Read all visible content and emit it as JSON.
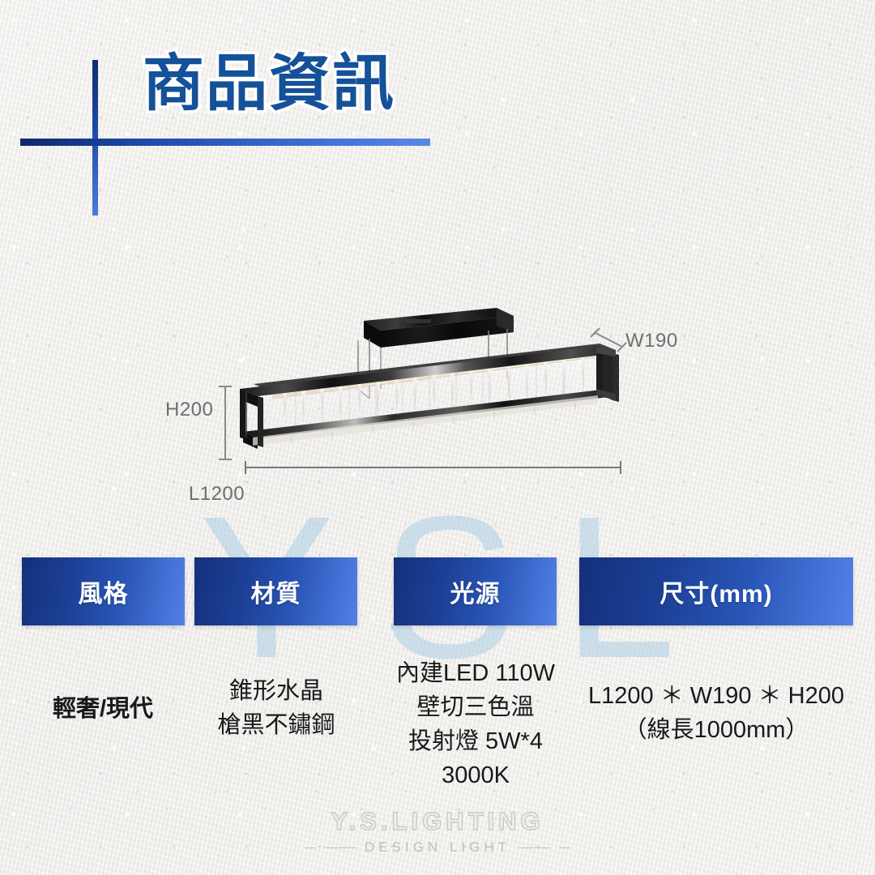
{
  "page": {
    "title": "商品資訊",
    "background_color": "#eeecea",
    "accent_color_dark": "#14307d",
    "accent_color_light": "#5380e6",
    "title_color": "#155199",
    "watermark_text": "YSL",
    "watermark_color": "#a9cde4"
  },
  "product": {
    "type": "rectangular-frame-crystal-pendant-lamp",
    "canopy_color": "#151515",
    "frame_color": "#242424",
    "dimensions": {
      "height_label": "H200",
      "width_label": "W190",
      "length_label": "L1200"
    }
  },
  "spec_table": {
    "headers": [
      {
        "label": "風格"
      },
      {
        "label": "材質"
      },
      {
        "label": "光源"
      },
      {
        "label": "尺寸(mm)"
      }
    ],
    "values": [
      "輕奢/現代",
      "錐形水晶\n槍黑不鏽鋼",
      "內建LED 110W\n壁切三色溫\n投射燈 5W*4\n3000K",
      "L1200 ＊ W190 ＊ H200\n（線長1000mm）"
    ]
  },
  "footer": {
    "brand": "Y.S.LIGHTING",
    "tagline": "DESIGN LIGHT"
  }
}
